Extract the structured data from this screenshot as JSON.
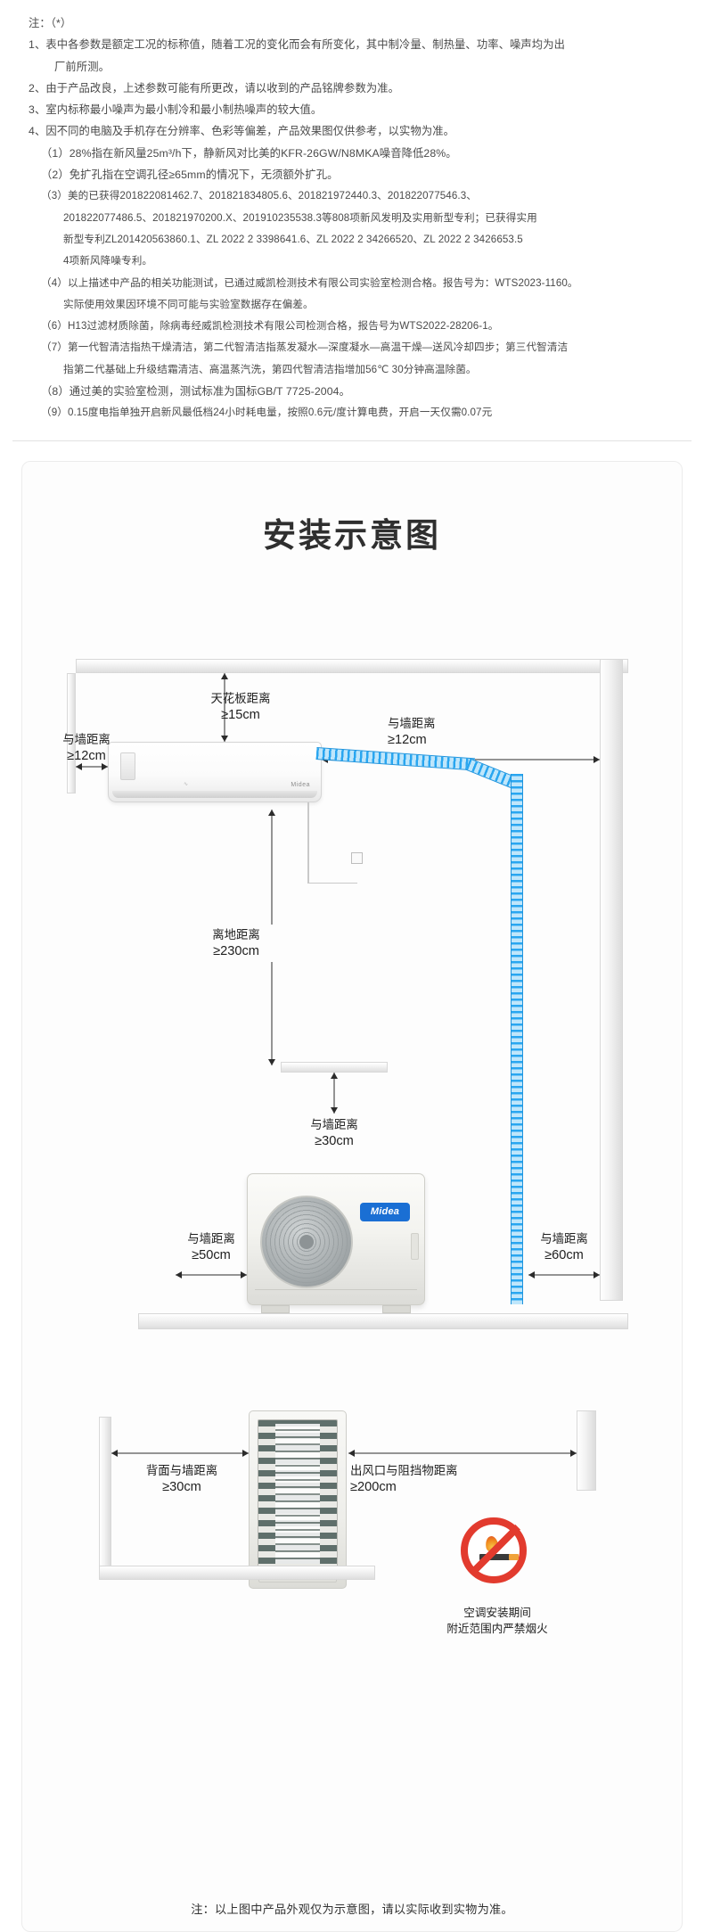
{
  "notes": {
    "header": "注：（*）",
    "items": [
      {
        "num": "1、",
        "lines": [
          "表中各参数是额定工况的标称值，随着工况的变化而会有所变化，其中制冷量、制热量、功率、噪声均为出",
          "厂前所测。"
        ]
      },
      {
        "num": "2、",
        "lines": [
          "由于产品改良，上述参数可能有所更改，请以收到的产品铭牌参数为准。"
        ]
      },
      {
        "num": "3、",
        "lines": [
          "室内标称最小噪声为最小制冷和最小制热噪声的较大值。"
        ]
      },
      {
        "num": "4、",
        "lines": [
          "因不同的电脑及手机存在分辨率、色彩等偏差，产品效果图仅供参考，以实物为准。"
        ]
      }
    ],
    "sub_items": [
      {
        "num": "（1）",
        "lines": [
          "28%指在新风量25m³/h下，静新风对比美的KFR-26GW/N8MKA噪音降低28%。"
        ]
      },
      {
        "num": "（2）",
        "lines": [
          "免扩孔指在空调孔径≥65mm的情况下，无须额外扩孔。"
        ]
      },
      {
        "num": "（3）",
        "lines": [
          "美的已获得201822081462.7、201821834805.6、201821972440.3、201822077546.3、",
          "201822077486.5、201821970200.X、201910235538.3等808项新风发明及实用新型专利；已获得实用",
          "新型专利ZL201420563860.1、ZL 2022 2 3398641.6、ZL 2022 2 34266520、ZL 2022 2 3426653.5",
          "4项新风降噪专利。"
        ]
      },
      {
        "num": "（4）",
        "lines": [
          "以上描述中产品的相关功能测试，已通过威凯检测技术有限公司实验室检测合格。报告号为：WTS2023-1160。",
          "实际使用效果因环境不同可能与实验室数据存在偏差。"
        ]
      },
      {
        "num": "（6）",
        "lines": [
          "H13过滤材质除菌，除病毒经威凯检测技术有限公司检测合格，报告号为WTS2022-28206-1。"
        ]
      },
      {
        "num": "（7）",
        "lines": [
          "第一代智清洁指热干燥清洁，第二代智清洁指蒸发凝水—深度凝水—高温干燥—送风冷却四步；第三代智清洁",
          "指第二代基础上升级结霜清洁、高温蒸汽洗，第四代智清洁指增加56℃ 30分钟高温除菌。"
        ]
      },
      {
        "num": "（8）",
        "lines": [
          "通过美的实验室检测，测试标准为国标GB/T 7725-2004。"
        ]
      },
      {
        "num": "（9）",
        "lines": [
          "0.15度电指单独开启新风最低档24小时耗电量，按照0.6元/度计算电费，开启一天仅需0.07元"
        ]
      }
    ]
  },
  "diagram": {
    "title": "安装示意图",
    "labels": {
      "ceiling": {
        "name": "天花板距离",
        "value": "≥15cm"
      },
      "wall_left_top": {
        "name": "与墙距离",
        "value": "≥12cm"
      },
      "wall_right_top": {
        "name": "与墙距离",
        "value": "≥12cm"
      },
      "ground": {
        "name": "离地距离",
        "value": "≥230cm"
      },
      "wall_mid": {
        "name": "与墙距离",
        "value": "≥30cm"
      },
      "wall_odu_left": {
        "name": "与墙距离",
        "value": "≥50cm"
      },
      "wall_odu_right": {
        "name": "与墙距离",
        "value": "≥60cm"
      },
      "rear_wall": {
        "name": "背面与墙距离",
        "value": "≥30cm"
      },
      "outlet_block": {
        "name": "出风口与阻挡物距离",
        "value": "≥200cm"
      }
    },
    "brand": "Midea",
    "warning": {
      "line1": "空调安装期间",
      "line2": "附近范围内严禁烟火"
    },
    "footer": "注：以上图中产品外观仅为示意图，请以实际收到实物为准。"
  },
  "colors": {
    "accent_blue": "#29a6f0",
    "brand_blue": "#1a6fd4",
    "warning_red": "#e23b2e",
    "text": "#1f1f1f"
  }
}
